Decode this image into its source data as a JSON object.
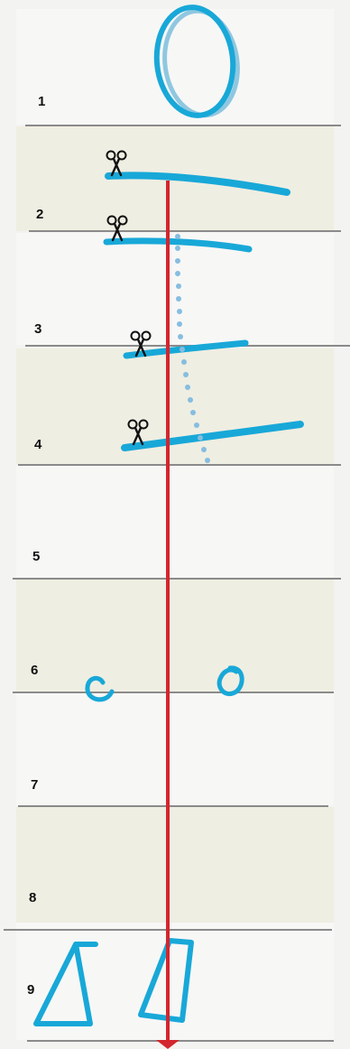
{
  "steps": [
    {
      "label": "1"
    },
    {
      "label": "2"
    },
    {
      "label": "3"
    },
    {
      "label": "4"
    },
    {
      "label": "5"
    },
    {
      "label": "6"
    },
    {
      "label": "7"
    },
    {
      "label": "8"
    },
    {
      "label": "9"
    }
  ],
  "colors": {
    "stroke_blue": "#18a8d8",
    "light_blue": "#8fc7e0",
    "guide_red": "#d3262e",
    "dots": "#86bde0",
    "rule_gray": "#8a8a8a"
  },
  "icons": [
    "scissors-icon",
    "arrow-down-icon"
  ]
}
